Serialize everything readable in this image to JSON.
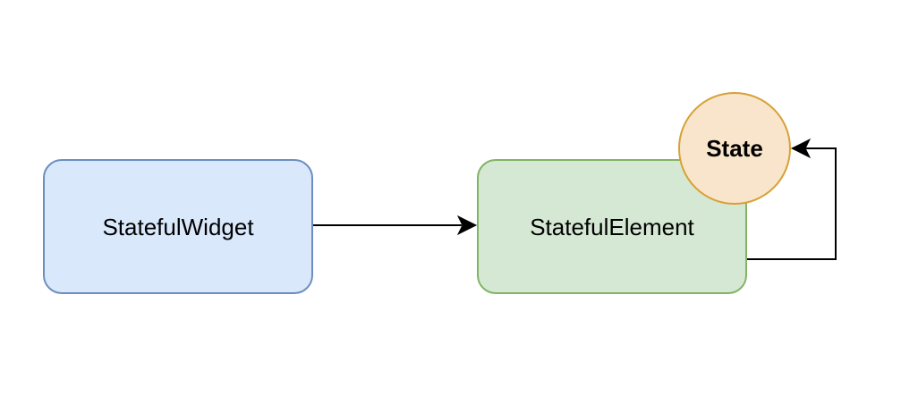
{
  "nodes": {
    "stateful_widget": {
      "label": "StatefulWidget",
      "fill": "#dae8fc",
      "stroke": "#6c8ebf"
    },
    "stateful_element": {
      "label": "StatefulElement",
      "fill": "#d5e8d4",
      "stroke": "#82b366"
    },
    "state": {
      "label": "State",
      "fill": "#f9e5cb",
      "stroke": "#d6a137"
    }
  },
  "edges": [
    {
      "from": "StatefulWidget",
      "to": "StatefulElement"
    },
    {
      "from": "StatefulElement",
      "to": "State"
    }
  ]
}
